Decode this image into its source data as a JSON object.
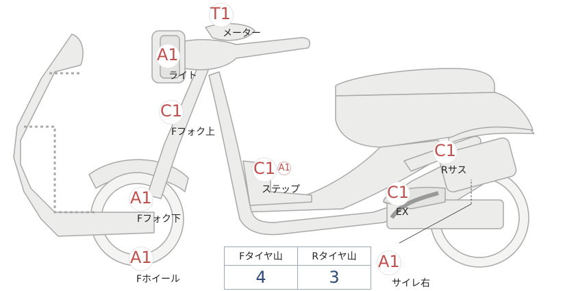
{
  "parts": {
    "meter": {
      "code": "T1",
      "label": "メーター"
    },
    "light": {
      "code": "A1",
      "label": "ライト"
    },
    "ffork_upper": {
      "code": "C1",
      "label": "Fフォク上"
    },
    "step": {
      "code": "C1",
      "extra_code": "A1",
      "label": "ステップ"
    },
    "rsus": {
      "code": "C1",
      "label": "Rサス"
    },
    "ex": {
      "code": "C1",
      "label": "EX"
    },
    "ffork_lower": {
      "code": "A1",
      "label": "Fフォク下"
    },
    "fwheel": {
      "code": "A1",
      "label": "Fホイール"
    },
    "muffler_right": {
      "code": "A1",
      "label": "サイレ右"
    }
  },
  "tread": {
    "front_header": "Fタイヤ山",
    "rear_header": "Rタイヤ山",
    "front_value": "4",
    "rear_value": "3"
  },
  "colors": {
    "body_fill": "#ececea",
    "outline": "#a8a8a8",
    "code_red": "#c0504d",
    "value_blue": "#2c4a7a"
  }
}
